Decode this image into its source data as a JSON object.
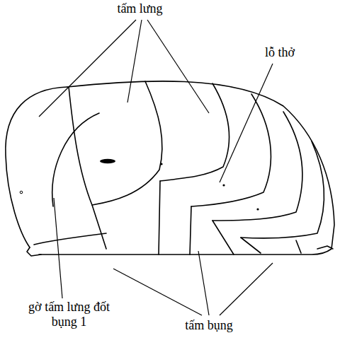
{
  "diagram": {
    "labels": [
      "tấm lưng",
      "lỗ thở",
      "gờ tấm lưng đốt bụng 1",
      "tấm bụng"
    ]
  }
}
